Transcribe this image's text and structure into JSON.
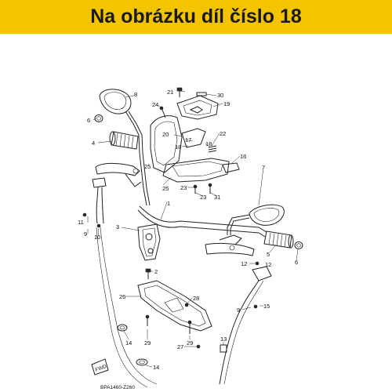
{
  "header": {
    "title": "Na obrázku díl číslo 18",
    "background_color": "#f5c400",
    "text_color": "#1a1a1a"
  },
  "diagram": {
    "drawing_code": "BPA1460-Z260",
    "direction_label": "FWD",
    "callouts": {
      "c1": "1",
      "c2": "2",
      "c3": "3",
      "c4": "4",
      "c5": "5",
      "c6a": "6",
      "c6b": "6",
      "c7": "7",
      "c8": "8",
      "c9": "9",
      "c10": "10",
      "c11": "11",
      "c12": "12",
      "c13": "13",
      "c14a": "14",
      "c14b": "14",
      "c15": "15",
      "c16": "16",
      "c17": "17",
      "c18a": "18",
      "c18b": "18",
      "c19": "19",
      "c20": "20",
      "c21": "21",
      "c22": "22",
      "c23": "23",
      "c24": "24",
      "c25a": "25",
      "c25b": "25",
      "c26": "26",
      "c27": "27",
      "c28": "28",
      "c29a": "29",
      "c29b": "29",
      "c30": "30",
      "c31": "31"
    }
  }
}
